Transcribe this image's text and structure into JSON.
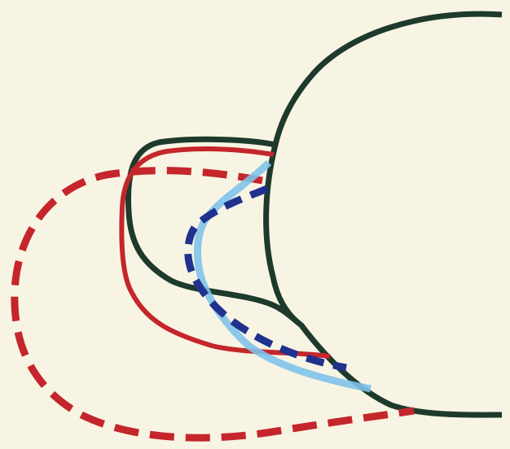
{
  "colors": {
    "paper": "#f8f4e3",
    "dark_green": "#1d3a2c",
    "red": "#c4262b",
    "light_blue": "#7ec3ea",
    "dark_blue": "#20318e"
  },
  "outlines": [
    {
      "name": "dark-green-solid",
      "color": "#1d3a2c",
      "style": "solid"
    },
    {
      "name": "red-solid",
      "color": "#c4262b",
      "style": "solid"
    },
    {
      "name": "red-dashed",
      "color": "#c4262b",
      "style": "dashed"
    },
    {
      "name": "light-blue-solid",
      "color": "#7ec3ea",
      "style": "solid"
    },
    {
      "name": "dark-blue-dashed",
      "color": "#20318e",
      "style": "dashed"
    }
  ]
}
